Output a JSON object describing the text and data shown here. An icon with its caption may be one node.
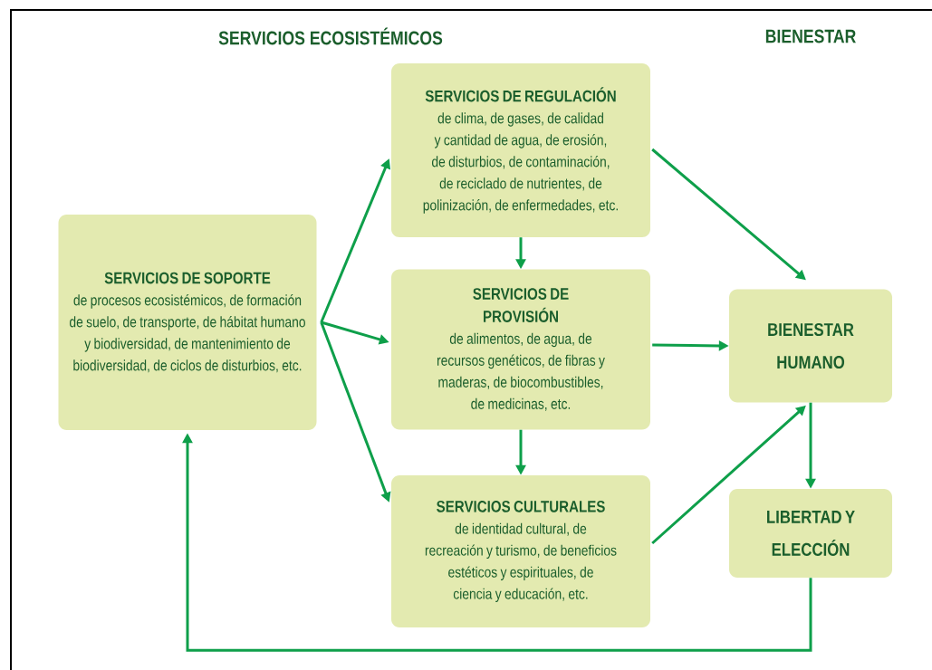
{
  "diagram": {
    "nodes": [
      {
        "text": [
          "SERVICIOS DE SOPORTE",
          "de procesos ecosistémicos, de formación de suelo, de transporte, de hábitat humano y biodiversidad, de mantenimiento de biodiversidad, de ciclos de disturbios, etc."
        ]
      },
      {
        "text": [
          "SERVICIOS DE REGULACIÓN",
          "de clima, de gases, de calidad y cantidad de agua, de erosión, de disturbios, de contaminación, de reciclado de nutrientes, de polinización, de enfermedades, etc."
        ]
      },
      {
        "text": [
          "SERVICIOS DE PROVISIÓN",
          "de alimentos, de agua, de recursos genéticos, de fibras y maderas, de biocombustibles, de medicinas, etc."
        ]
      },
      {
        "text": [
          "SERVICIOS CULTURALES",
          "de identidad cultural, de recreación y turismo, de beneficios estéticos y espirituales, de ciencia y educación, etc."
        ]
      },
      {
        "text": [
          "BIENESTAR HUMANO"
        ]
      },
      {
        "text": [
          "LIBERTAD Y ELECCIÓN"
        ]
      }
    ],
    "edges": [
      {
        "from": 0,
        "to": 1,
        "arrow": "to"
      },
      {
        "from": 0,
        "to": 2,
        "arrow": "to"
      },
      {
        "from": 0,
        "to": 3,
        "arrow": "to"
      },
      {
        "from": 1,
        "to": 2,
        "arrow": "to"
      },
      {
        "from": 2,
        "to": 3,
        "arrow": "to"
      },
      {
        "from": 1,
        "to": 4,
        "arrow": "to"
      },
      {
        "from": 2,
        "to": 4,
        "arrow": "to"
      },
      {
        "from": 3,
        "to": 4,
        "arrow": "to"
      },
      {
        "from": 4,
        "to": 5,
        "arrow": "to"
      },
      {
        "from": 5,
        "to": 0,
        "arrow": "to"
      }
    ],
    "labels": [
      "SERVICIOS ECOSISTÉMICOS",
      "BIENESTAR"
    ]
  }
}
